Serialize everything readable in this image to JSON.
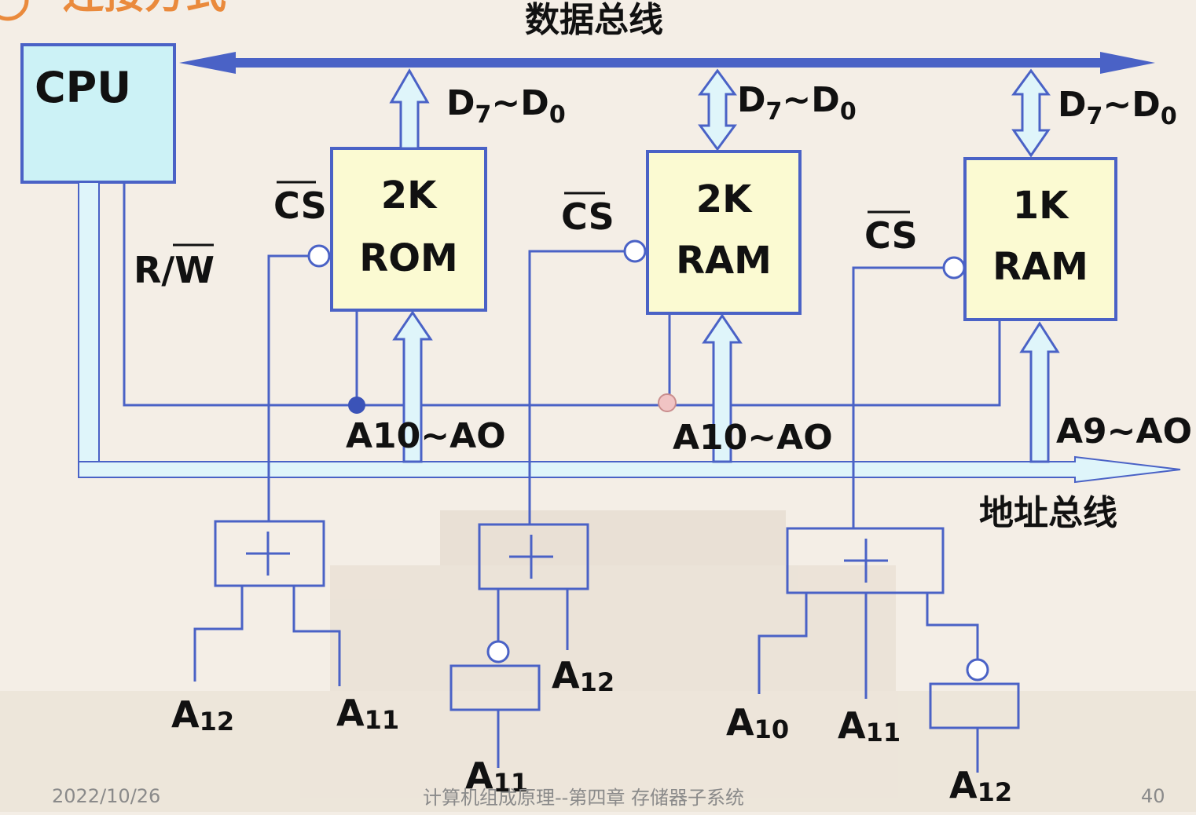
{
  "header": {
    "title_fragment": "连接方式"
  },
  "buses": {
    "data_bus": "数据总线",
    "address_bus": "地址总线"
  },
  "cpu": {
    "label": "CPU",
    "rw_label": "R/W"
  },
  "chips": [
    {
      "size": "2K",
      "type": "ROM",
      "cs": "CS",
      "data": "D",
      "data_sub_hi": "7",
      "data_sub_lo": "0",
      "addr": "A10~AO"
    },
    {
      "size": "2K",
      "type": "RAM",
      "cs": "CS",
      "data": "D",
      "data_sub_hi": "7",
      "data_sub_lo": "0",
      "addr": "A10~AO"
    },
    {
      "size": "1K",
      "type": "RAM",
      "cs": "CS",
      "data": "D",
      "data_sub_hi": "7",
      "data_sub_lo": "0",
      "addr": "A9~AO"
    }
  ],
  "gates": {
    "g1": {
      "in_left": "A",
      "in_left_sub": "12",
      "in_right": "A",
      "in_right_sub": "11"
    },
    "g2": {
      "in_right": "A",
      "in_right_sub": "12",
      "inv_in": "A",
      "inv_in_sub": "11"
    },
    "g3": {
      "in_left": "A",
      "in_left_sub": "10",
      "in_mid": "A",
      "in_mid_sub": "11",
      "inv_in": "A",
      "inv_in_sub": "12"
    }
  },
  "footer": {
    "date": "2022/10/26",
    "course": "计算机组成原理--第四章 存储器子系统",
    "page": "40"
  },
  "colors": {
    "wire": "#4a62c6",
    "cpu_fill": "#ccf2f6",
    "chip_fill": "#fbfad2",
    "bus_fill": "#dff5fa",
    "bus_border": "#4a62c6",
    "title": "#ea8a3c"
  }
}
